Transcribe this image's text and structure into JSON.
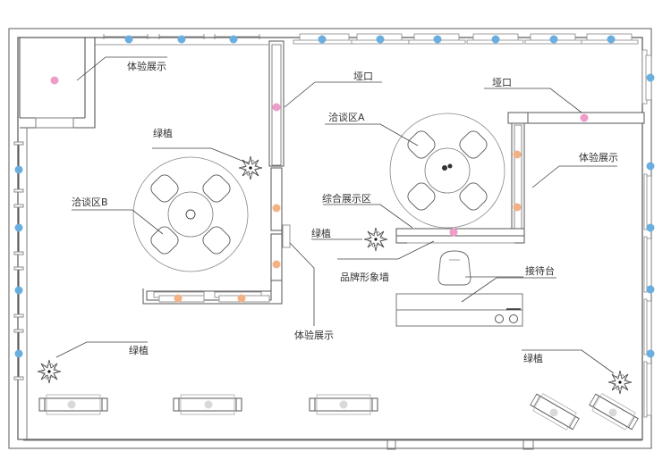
{
  "colors": {
    "window_light": "#6aaee0",
    "exhibit_light": "#ee9cc8",
    "spot_light": "#f4b183",
    "sofa_light": "#d9d9d9",
    "wall": "#555555",
    "line": "#888888",
    "label": "#333333"
  },
  "labels": {
    "experience_display_topleft": "体验展示",
    "pass_opening_top": "垭口",
    "pass_opening_right": "垭口",
    "negotiation_a": "洽谈区A",
    "negotiation_b": "洽谈区B",
    "green_plant_center_top": "绿植",
    "green_plant_middle": "绿植",
    "green_plant_bottom_left": "绿植",
    "green_plant_bottom_right": "绿植",
    "experience_display_right": "体验展示",
    "experience_display_bottom": "体验展示",
    "integrated_display_area": "综合展示区",
    "brand_image_wall": "品牌形象墙",
    "reception_desk": "接待台"
  },
  "icons": {
    "plant": "plant-icon",
    "light": "light-dot-icon",
    "chair": "chair-icon",
    "table": "round-table-icon",
    "sofa": "sofa-icon"
  }
}
